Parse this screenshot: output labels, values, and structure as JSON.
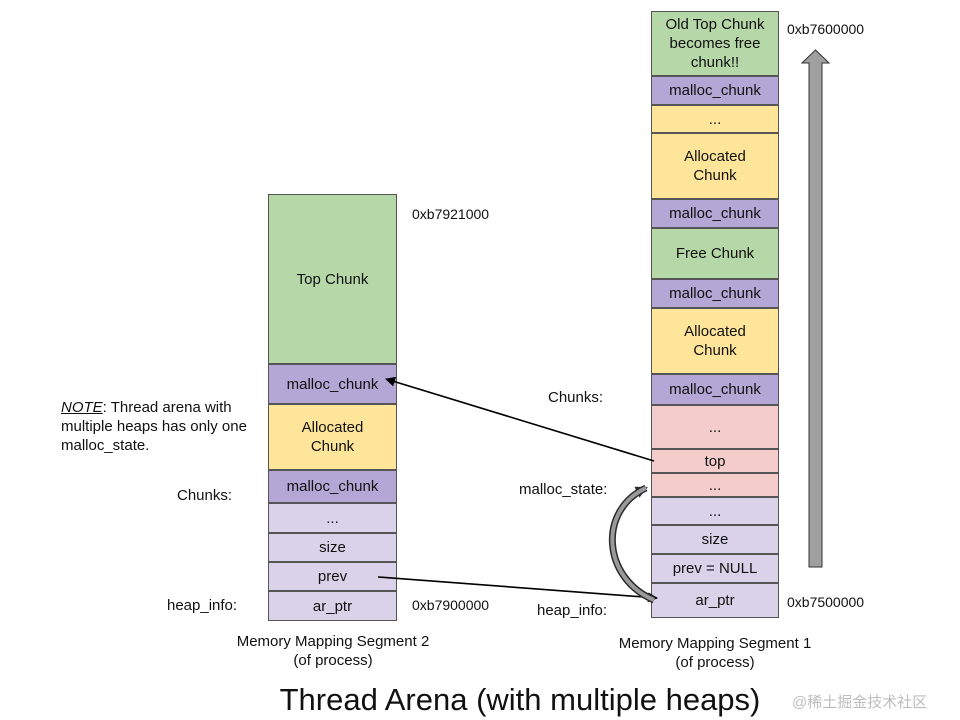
{
  "title": "Thread Arena (with multiple heaps)",
  "watermark": "@稀土掘金技术社区",
  "note": {
    "emph": "NOTE",
    "rest": ": Thread arena with multiple heaps has only one malloc_state."
  },
  "segment2": {
    "caption_line1": "Memory Mapping Segment 2",
    "caption_line2": "(of process)",
    "addr_top": "0xb7921000",
    "addr_bottom": "0xb7900000",
    "label_chunks": "Chunks:",
    "label_heap_info": "heap_info:",
    "blocks": {
      "top_chunk": "Top Chunk",
      "malloc_chunk_1": "malloc_chunk",
      "allocated_chunk": "Allocated Chunk",
      "malloc_chunk_2": "malloc_chunk",
      "dots": "...",
      "size": "size",
      "prev": "prev",
      "ar_ptr": "ar_ptr"
    }
  },
  "segment1": {
    "caption_line1": "Memory Mapping Segment 1",
    "caption_line2": "(of process)",
    "addr_top": "0xb7600000",
    "addr_bottom": "0xb7500000",
    "label_chunks": "Chunks:",
    "label_malloc_state": "malloc_state:",
    "label_heap_info": "heap_info:",
    "blocks": {
      "old_top_chunk": "Old Top Chunk becomes free chunk!!",
      "malloc_chunk_1": "malloc_chunk",
      "dots_1": "...",
      "allocated_chunk_1": "Allocated Chunk",
      "malloc_chunk_2": "malloc_chunk",
      "free_chunk": "Free Chunk",
      "malloc_chunk_3": "malloc_chunk",
      "allocated_chunk_2": "Allocated Chunk",
      "malloc_chunk_4": "malloc_chunk",
      "dots_2": "...",
      "top": "top",
      "dots_3": "...",
      "dots_4": "...",
      "size": "size",
      "prev_null": "prev = NULL",
      "ar_ptr": "ar_ptr"
    }
  },
  "colors": {
    "green": "#b6d7a8",
    "purple": "#b4a7d6",
    "yellow": "#ffe599",
    "lavender": "#d9d2e9",
    "pink": "#f4cccc",
    "arrow_gray": "#a0a0a0"
  }
}
